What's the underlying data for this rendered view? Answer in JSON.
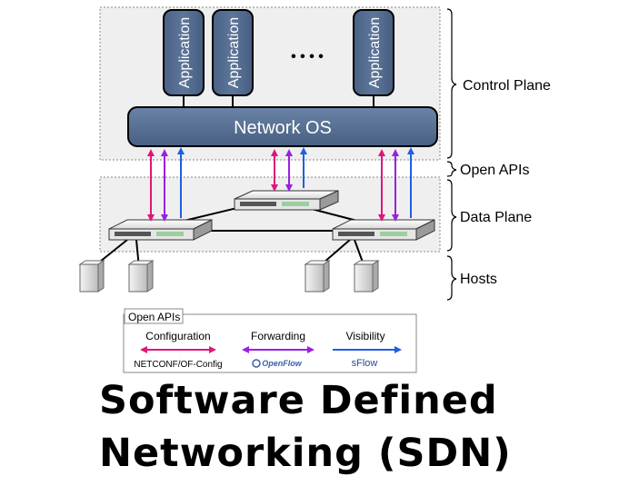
{
  "applications": [
    "Application",
    "Application",
    "Application"
  ],
  "ellipsis": "• • • •",
  "network_os": "Network OS",
  "brackets": {
    "control_plane": "Control Plane",
    "open_apis": "Open APIs",
    "data_plane": "Data Plane",
    "hosts": "Hosts"
  },
  "legend": {
    "title": "Open APIs",
    "configuration": {
      "label": "Configuration",
      "sub": "NETCONF/OF-Config",
      "color": "#e0157a"
    },
    "forwarding": {
      "label": "Forwarding",
      "sub": "OpenFlow",
      "color": "#9b1fe0"
    },
    "visibility": {
      "label": "Visibility",
      "sub": "sFlow",
      "color": "#1f5fe0"
    }
  },
  "title": {
    "line1": "Software Defined",
    "line2": "Networking (SDN)"
  }
}
